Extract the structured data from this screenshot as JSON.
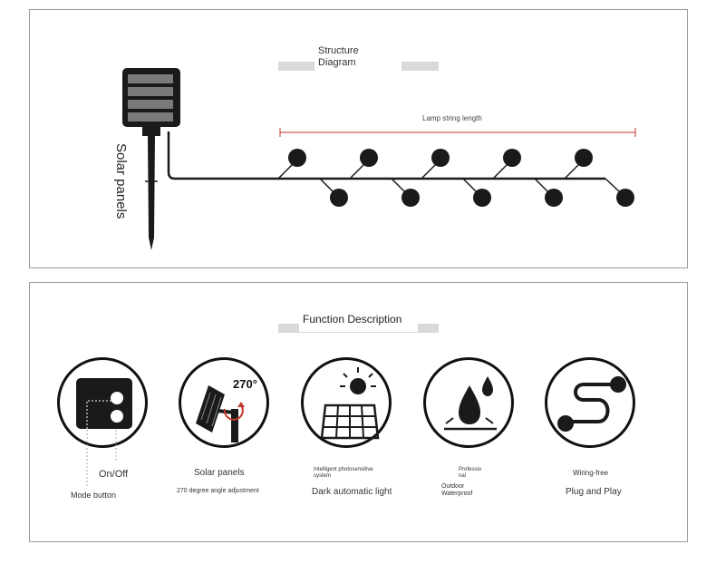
{
  "structure": {
    "title": "Structure\nDiagram",
    "lamp_string_length": "Lamp string length",
    "solar_panels": "Solar panels"
  },
  "function": {
    "title": "Function Description",
    "items": [
      {
        "icon": "mode-button-icon",
        "label_top": "On/Off",
        "label_bottom": "Mode button"
      },
      {
        "icon": "adjustable-solar-panel-icon",
        "badge": "270°",
        "label_top": "Solar panels",
        "label_bottom": "270 degree angle adjustment"
      },
      {
        "icon": "sun-solar-panel-icon",
        "label_top": "Intelligent photosensitive\nsystem",
        "label_bottom": "Dark automatic light"
      },
      {
        "icon": "water-drop-icon",
        "label_top": "Professio\nnal",
        "label_bottom": "Outdoor\nWaterproof"
      },
      {
        "icon": "wire-plug-icon",
        "label_top": "Wiring-free",
        "label_bottom": "Plug and Play"
      }
    ]
  },
  "colors": {
    "accent_line": "#c0392b",
    "ink": "#111111",
    "grey": "#d9d9d9"
  }
}
